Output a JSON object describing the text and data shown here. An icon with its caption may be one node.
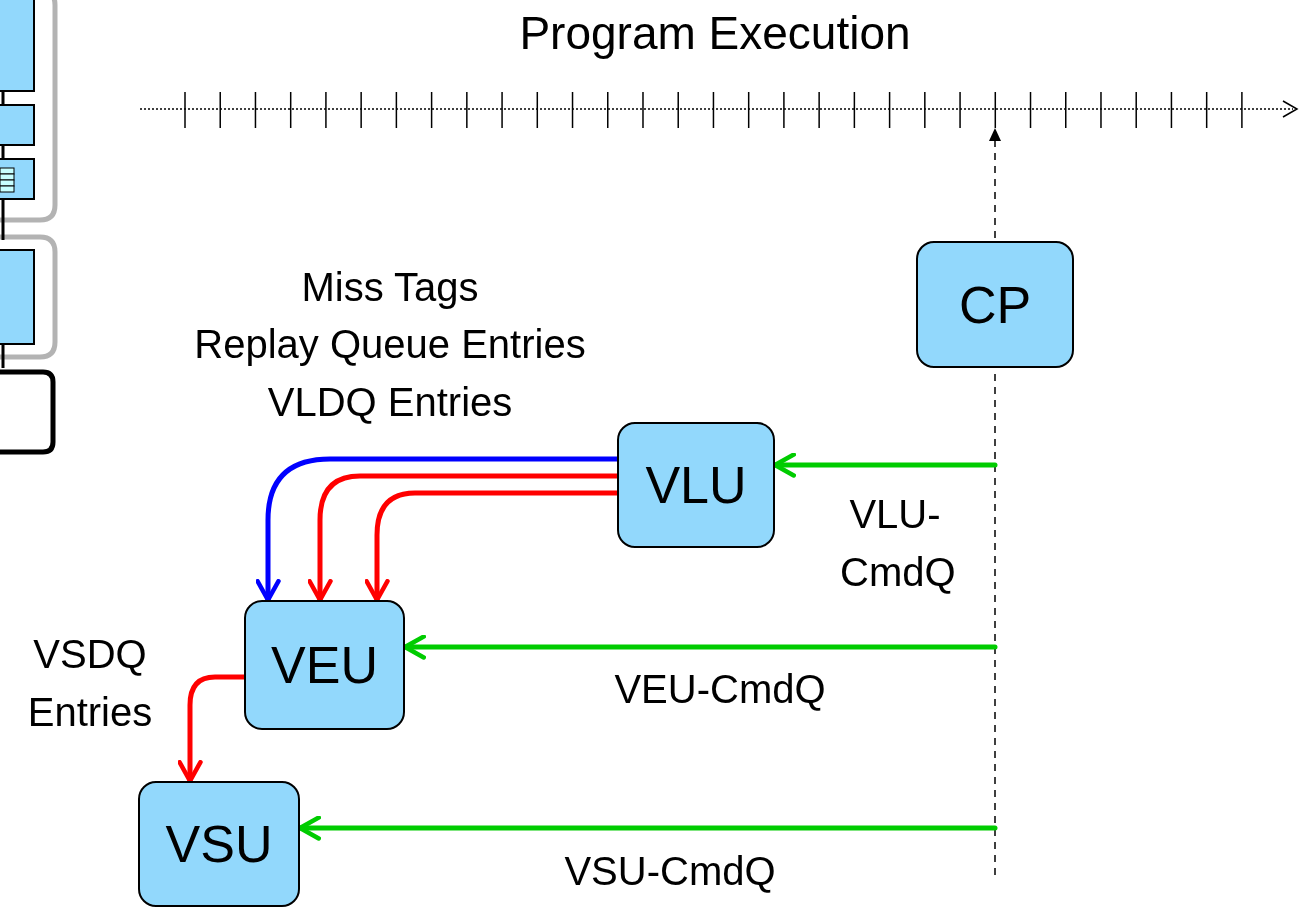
{
  "diagram": {
    "title": "Program Execution",
    "nodes": [
      {
        "text": [
          "CP"
        ]
      },
      {
        "text": [
          "VLU"
        ]
      },
      {
        "text": [
          "VEU"
        ]
      },
      {
        "text": [
          "VSU"
        ]
      }
    ],
    "edges": [
      {
        "from": 1,
        "to": 2,
        "arrow": "to",
        "color": "#0000ff"
      },
      {
        "from": 1,
        "to": 2,
        "arrow": "to",
        "color": "#ff0000"
      },
      {
        "from": 1,
        "to": 2,
        "arrow": "to",
        "color": "#ff0000"
      },
      {
        "from": 2,
        "to": 3,
        "arrow": "to",
        "color": "#ff0000"
      },
      {
        "from": null,
        "to": 1,
        "arrow": "to",
        "color": "#00cc00",
        "label": "VLU- CmdQ"
      },
      {
        "from": null,
        "to": 2,
        "arrow": "to",
        "color": "#00cc00",
        "label": "VEU-CmdQ"
      },
      {
        "from": null,
        "to": 3,
        "arrow": "to",
        "color": "#00cc00",
        "label": "VSU-CmdQ"
      }
    ],
    "labels": [
      "Miss Tags",
      "Replay Queue Entries",
      "VLDQ Entries",
      "VSDQ Entries"
    ]
  }
}
